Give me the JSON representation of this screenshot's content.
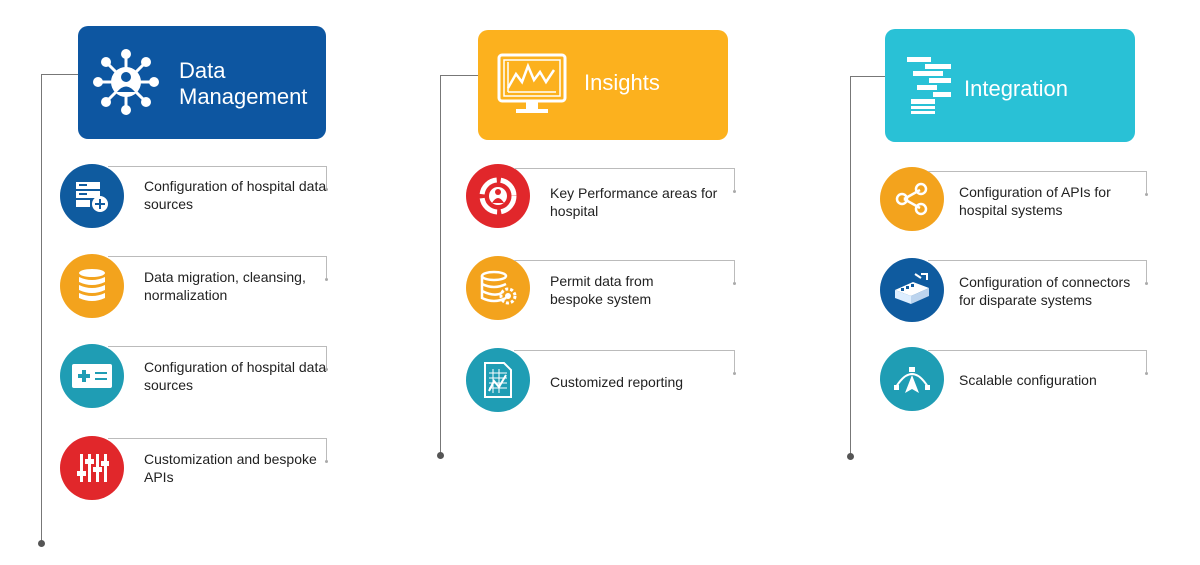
{
  "colors": {
    "blue": "#0d56a1",
    "orange": "#fcb11e",
    "teal": "#29c1d6",
    "red": "#e1272b",
    "item_orange": "#f3a31d",
    "item_teal": "#1f9db4",
    "item_blue": "#0f5b9f"
  },
  "columns": [
    {
      "title": "Data\nManagement",
      "icon": "network-user-icon",
      "items": [
        {
          "label": "Configuration of hospital data sources",
          "icon": "server-add-icon"
        },
        {
          "label": "Data migration, cleansing, normalization",
          "icon": "database-icon"
        },
        {
          "label": "Configuration of hospital data sources",
          "icon": "card-plus-icon"
        },
        {
          "label": "Customization and bespoke APIs",
          "icon": "sliders-icon"
        }
      ]
    },
    {
      "title": "Insights",
      "icon": "monitor-chart-icon",
      "items": [
        {
          "label": "Key Performance areas for hospital",
          "icon": "target-user-icon"
        },
        {
          "label": "Permit data from bespoke system",
          "icon": "database-gear-icon"
        },
        {
          "label": "Customized reporting",
          "icon": "report-chart-icon"
        }
      ]
    },
    {
      "title": "Integration",
      "icon": "stacked-bars-icon",
      "items": [
        {
          "label": "Configuration of APIs for hospital systems",
          "icon": "share-icon"
        },
        {
          "label": "Configuration of connectors for disparate systems",
          "icon": "connector-icon"
        },
        {
          "label": "Scalable configuration",
          "icon": "vector-pen-icon"
        }
      ]
    }
  ]
}
